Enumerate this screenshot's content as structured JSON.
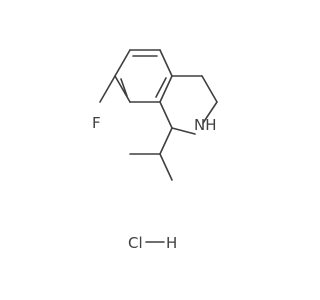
{
  "molecule": {
    "atoms": {
      "fluorine": "F",
      "amine": "NH",
      "chlorine": "Cl",
      "hydrogen": "H"
    }
  },
  "colors": {
    "bond": "#3f3f3f",
    "text": "#3f3f3f",
    "background": "#ffffff"
  }
}
